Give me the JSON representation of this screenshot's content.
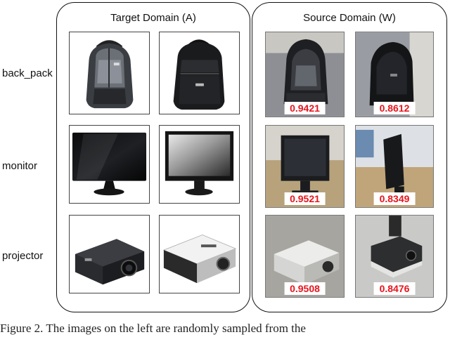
{
  "panels": {
    "target_title": "Target Domain (A)",
    "source_title": "Source Domain (W)"
  },
  "rows": [
    {
      "label": "back_pack",
      "scores": [
        "0.9421",
        "0.8612"
      ]
    },
    {
      "label": "monitor",
      "scores": [
        "0.9521",
        "0.8349"
      ]
    },
    {
      "label": "projector",
      "scores": [
        "0.9508",
        "0.8476"
      ]
    }
  ],
  "caption": "Figure 2. The images on the left are randomly sampled from the",
  "colors": {
    "score_text": "#e8141c",
    "border": "#111111"
  }
}
